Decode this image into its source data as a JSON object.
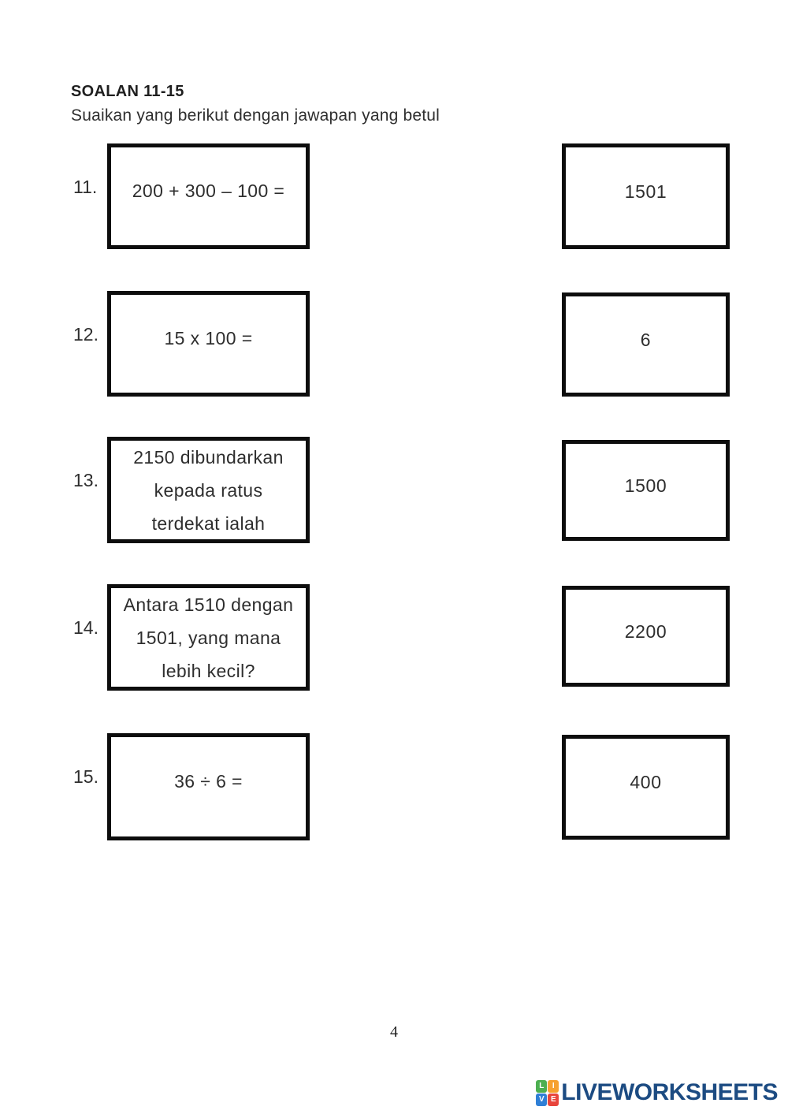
{
  "header": {
    "title": "SOALAN 11-15",
    "subtitle": "Suaikan yang berikut dengan jawapan yang betul"
  },
  "questions": [
    {
      "number": "11.",
      "text": "200 + 300 – 100 =",
      "answer": "1501"
    },
    {
      "number": "12.",
      "text": "15 x 100 =",
      "answer": "6"
    },
    {
      "number": "13.",
      "text": "2150 dibundarkan\nkepada ratus\nterdekat ialah",
      "answer": "1500"
    },
    {
      "number": "14.",
      "text": "Antara 1510 dengan\n1501, yang mana\nlebih kecil?",
      "answer": "2200"
    },
    {
      "number": "15.",
      "text": "36 ÷ 6 =",
      "answer": "400"
    }
  ],
  "footer": {
    "page_number": "4",
    "logo": {
      "text": "LIVEWORKSHEETS",
      "text_color": "#1c4b82",
      "tiles": [
        {
          "letter": "L",
          "color": "#4caf50"
        },
        {
          "letter": "I",
          "color": "#f6a12f"
        },
        {
          "letter": "V",
          "color": "#2f7fd6"
        },
        {
          "letter": "E",
          "color": "#e8453c"
        }
      ]
    }
  }
}
